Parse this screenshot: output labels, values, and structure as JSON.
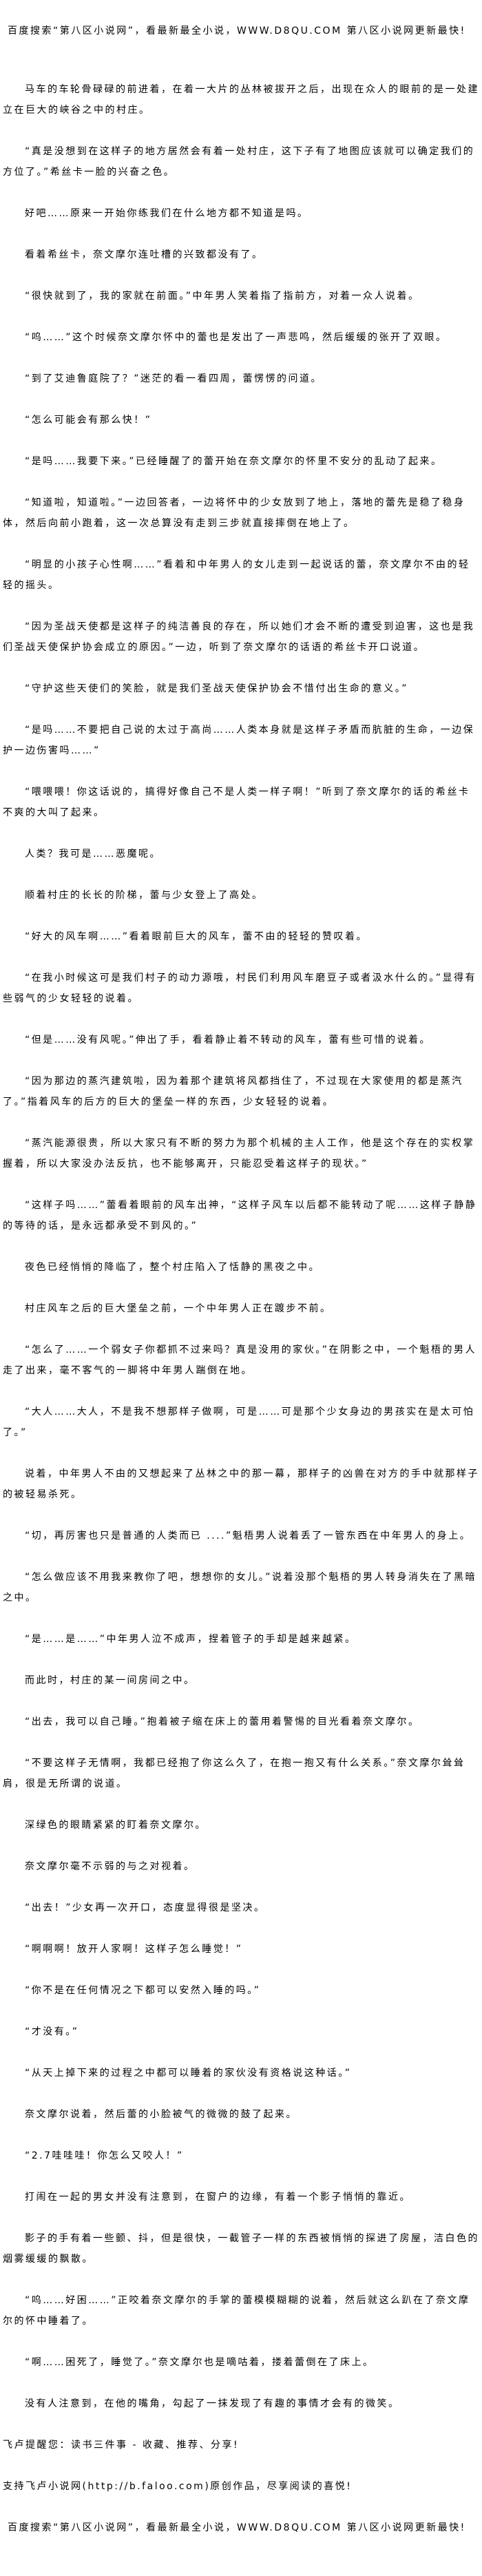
{
  "header_banner": "百度搜索“第八区小说网”，看最新最全小说，WWW.D8QU.COM  第八区小说网更新最快!",
  "paragraphs": [
    "马车的车轮骨碌碌的前进着，在着一大片的丛林被拔开之后，出现在众人的眼前的是一处建立在巨大的峡谷之中的村庄。",
    "“真是没想到在这样子的地方居然会有着一处村庄，这下子有了地图应该就可以确定我们的方位了。”希丝卡一脸的兴奋之色。",
    "好吧……原来一开始你练我们在什么地方都不知道是吗。",
    "看着希丝卡，奈文摩尔连吐槽的兴致都没有了。",
    "“很快就到了，我的家就在前面。”中年男人笑着指了指前方，对着一众人说着。",
    "“呜……”这个时候奈文摩尔怀中的蕾也是发出了一声悲鸣，然后缓缓的张开了双眼。",
    "“到了艾迪鲁庭院了？”迷茫的看一看四周，蕾愣愣的问道。",
    "“怎么可能会有那么快！”",
    "“是吗……我要下来。”已经睡醒了的蕾开始在奈文摩尔的怀里不安分的乱动了起来。",
    "“知道啦，知道啦。”一边回答者，一边将怀中的少女放到了地上，落地的蕾先是稳了稳身体，然后向前小跑着，这一次总算没有走到三步就直接摔倒在地上了。",
    "“明显的小孩子心性啊……”看着和中年男人的女儿走到一起说话的蕾，奈文摩尔不由的轻轻的摇头。",
    "“因为圣战天使都是这样子的纯洁善良的存在，所以她们才会不断的遭受到迫害，这也是我们圣战天使保护协会成立的原因。”一边，听到了奈文摩尔的话语的希丝卡开口说道。",
    "“守护这些天使们的笑脸，就是我们圣战天使保护协会不惜付出生命的意义。”",
    "“是吗……不要把自己说的太过于高尚……人类本身就是这样子矛盾而肮脏的生命，一边保护一边伤害吗……”",
    "“喂喂喂！你这话说的，搞得好像自己不是人类一样子啊！”听到了奈文摩尔的话的希丝卡不爽的大叫了起来。",
    "人类？我可是……恶魔呢。",
    "顺着村庄的长长的阶梯，蕾与少女登上了高处。",
    "“好大的风车啊……”看着眼前巨大的风车，蕾不由的轻轻的赞叹着。",
    "“在我小时候这可是我们村子的动力源哦，村民们利用风车磨豆子或者汲水什么的。”显得有些弱气的少女轻轻的说着。",
    "“但是……没有风呢。”伸出了手，看着静止着不转动的风车，蕾有些可惜的说着。",
    "“因为那边的蒸汽建筑啦，因为着那个建筑将风都挡住了，不过现在大家使用的都是蒸汽了。”指着风车的后方的巨大的堡垒一样的东西，少女轻轻的说着。",
    "“蒸汽能源很贵，所以大家只有不断的努力为那个机械的主人工作，他是这个存在的实权掌握着，所以大家没办法反抗，也不能够离开，只能忍受着这样子的现状。”",
    "“这样子吗……”蕾看着眼前的风车出神，“这样子风车以后都不能转动了呢……这样子静静的等待的话，是永远都承受不到风的。”",
    "夜色已经悄悄的降临了，整个村庄陷入了恬静的黑夜之中。",
    "村庄风车之后的巨大堡垒之前，一个中年男人正在踱步不前。",
    "“怎么了……一个弱女子你都抓不过来吗？真是没用的家伙。”在阴影之中，一个魁梧的男人走了出来，毫不客气的一脚将中年男人踹倒在地。",
    "“大人……大人，不是我不想那样子做啊，可是……可是那个少女身边的男孩实在是太可怕了。”",
    "说着，中年男人不由的又想起来了丛林之中的那一幕，那样子的凶兽在对方的手中就那样子的被轻易杀死。",
    "“切，再厉害也只是普通的人类而已 ....”魁梧男人说着丢了一管东西在中年男人的身上。",
    "“怎么做应该不用我来教你了吧，想想你的女儿。”说着没那个魁梧的男人转身消失在了黑暗之中。",
    "“是……是……”中年男人泣不成声，捏着管子的手却是越来越紧。",
    "而此时，村庄的某一间房间之中。",
    "“出去，我可以自己睡。”抱着被子缩在床上的蕾用着警惕的目光看着奈文摩尔。",
    "“不要这样子无情啊，我都已经抱了你这么久了，在抱一抱又有什么关系。”奈文摩尔耸耸肩，很是无所谓的说道。",
    "深绿色的眼睛紧紧的盯着奈文摩尔。",
    "奈文摩尔毫不示弱的与之对视着。",
    "“出去！”少女再一次开口，态度显得很是坚决。",
    "“啊啊啊！放开人家啊！这样子怎么睡觉！”",
    "“你不是在任何情况之下都可以安然入睡的吗。”",
    "“才没有。”",
    "“从天上掉下来的过程之中都可以睡着的家伙没有资格说这种话。”",
    "奈文摩尔说着，然后蕾的小脸被气的微微的鼓了起来。",
    "“2.7哇哇哇！你怎么又咬人！”",
    "打闹在一起的男女并没有注意到，在窗户的边缘，有着一个影子悄悄的靠近。",
    "影子的手有着一些颤、抖，但是很快，一截管子一样的东西被悄悄的探进了房屋，洁白色的烟雾缓缓的飘散。",
    "“呜……好困……”正咬着奈文摩尔的手掌的蕾模模糊糊的说着，然后就这么趴在了奈文摩尔的怀中睡着了。",
    "“啊……困死了，睡觉了。”奈文摩尔也是嘀咕着，搂着蕾倒在了床上。",
    "没有人注意到，在他的嘴角，勾起了一抹发现了有趣的事情才会有的微笑。"
  ],
  "notes": [
    "飞卢提醒您：读书三件事 - 收藏、推荐、分享!",
    "支持飞卢小说网(http://b.faloo.com)原创作品，尽享阅读的喜悦!"
  ],
  "footer_banner": "百度搜索“第八区小说网”，看最新最全小说，WWW.D8QU.COM  第八区小说网更新最快!"
}
